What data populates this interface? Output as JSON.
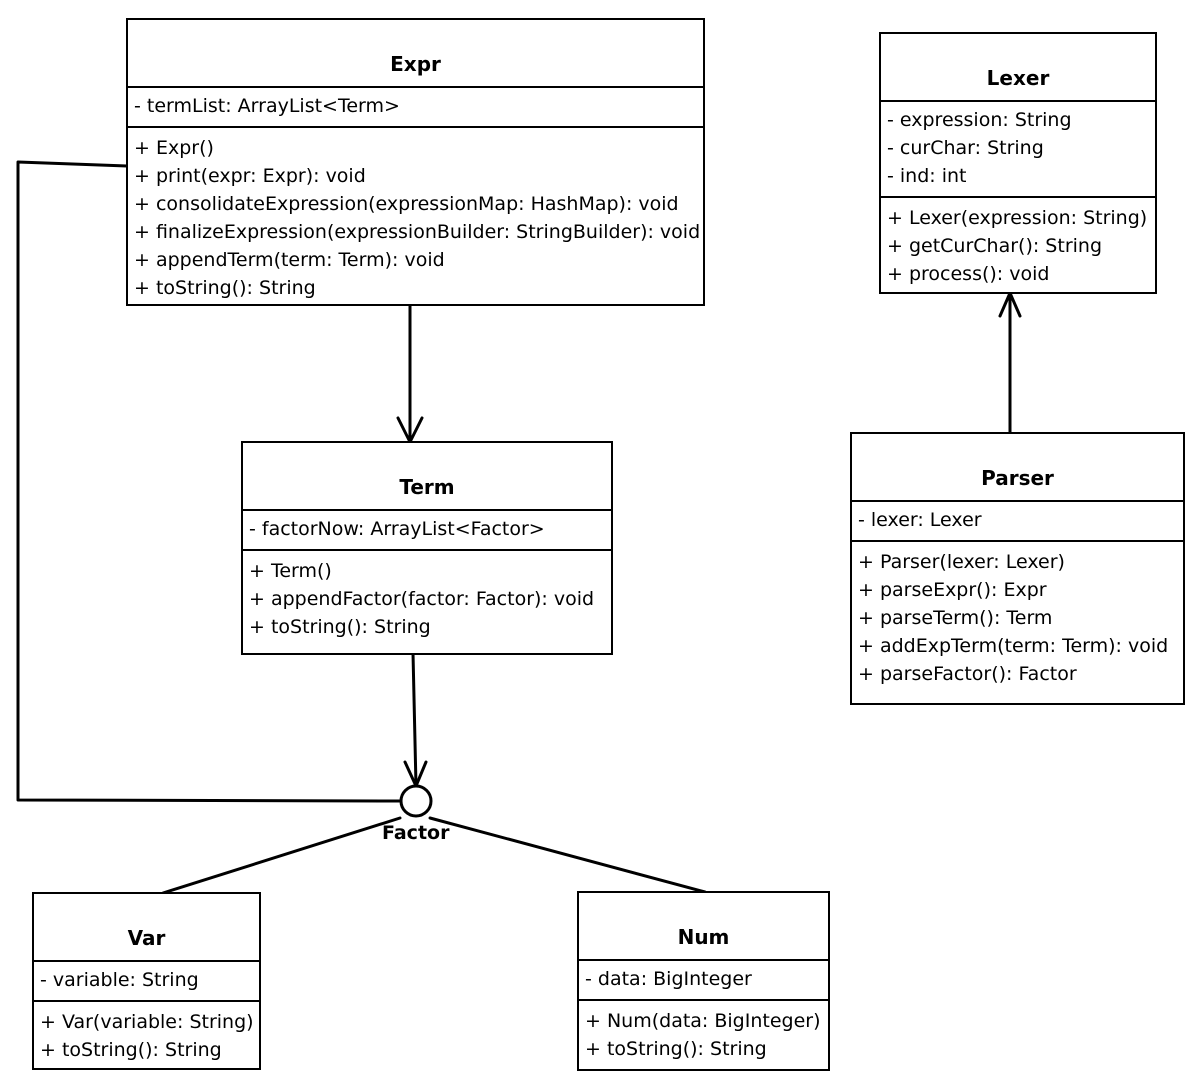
{
  "classes": {
    "expr": {
      "name": "Expr",
      "attributes": [
        "- termList: ArrayList<Term>"
      ],
      "operations": [
        "+ Expr()",
        "+ print(expr: Expr): void",
        "+ consolidateExpression(expressionMap: HashMap): void",
        "+ finalizeExpression(expressionBuilder: StringBuilder): void",
        "+ appendTerm(term: Term): void",
        "+ toString(): String"
      ]
    },
    "term": {
      "name": "Term",
      "attributes": [
        "- factorNow: ArrayList<Factor>"
      ],
      "operations": [
        "+ Term()",
        "+ appendFactor(factor: Factor): void",
        "+ toString(): String"
      ]
    },
    "lexer": {
      "name": "Lexer",
      "attributes": [
        "- expression: String",
        "- curChar: String",
        "- ind: int"
      ],
      "operations": [
        "+ Lexer(expression: String)",
        "+ getCurChar(): String",
        "+ process(): void"
      ]
    },
    "parser": {
      "name": "Parser",
      "attributes": [
        "- lexer: Lexer"
      ],
      "operations": [
        "+ Parser(lexer: Lexer)",
        "+ parseExpr(): Expr",
        "+ parseTerm(): Term",
        "+ addExpTerm(term: Term): void",
        "+ parseFactor(): Factor"
      ]
    },
    "var": {
      "name": "Var",
      "attributes": [
        "- variable: String"
      ],
      "operations": [
        "+ Var(variable: String)",
        "+ toString(): String"
      ]
    },
    "num": {
      "name": "Num",
      "attributes": [
        "- data: BigInteger"
      ],
      "operations": [
        "+ Num(data: BigInteger)",
        "+ toString(): String"
      ]
    }
  },
  "interface": {
    "name": "Factor"
  }
}
